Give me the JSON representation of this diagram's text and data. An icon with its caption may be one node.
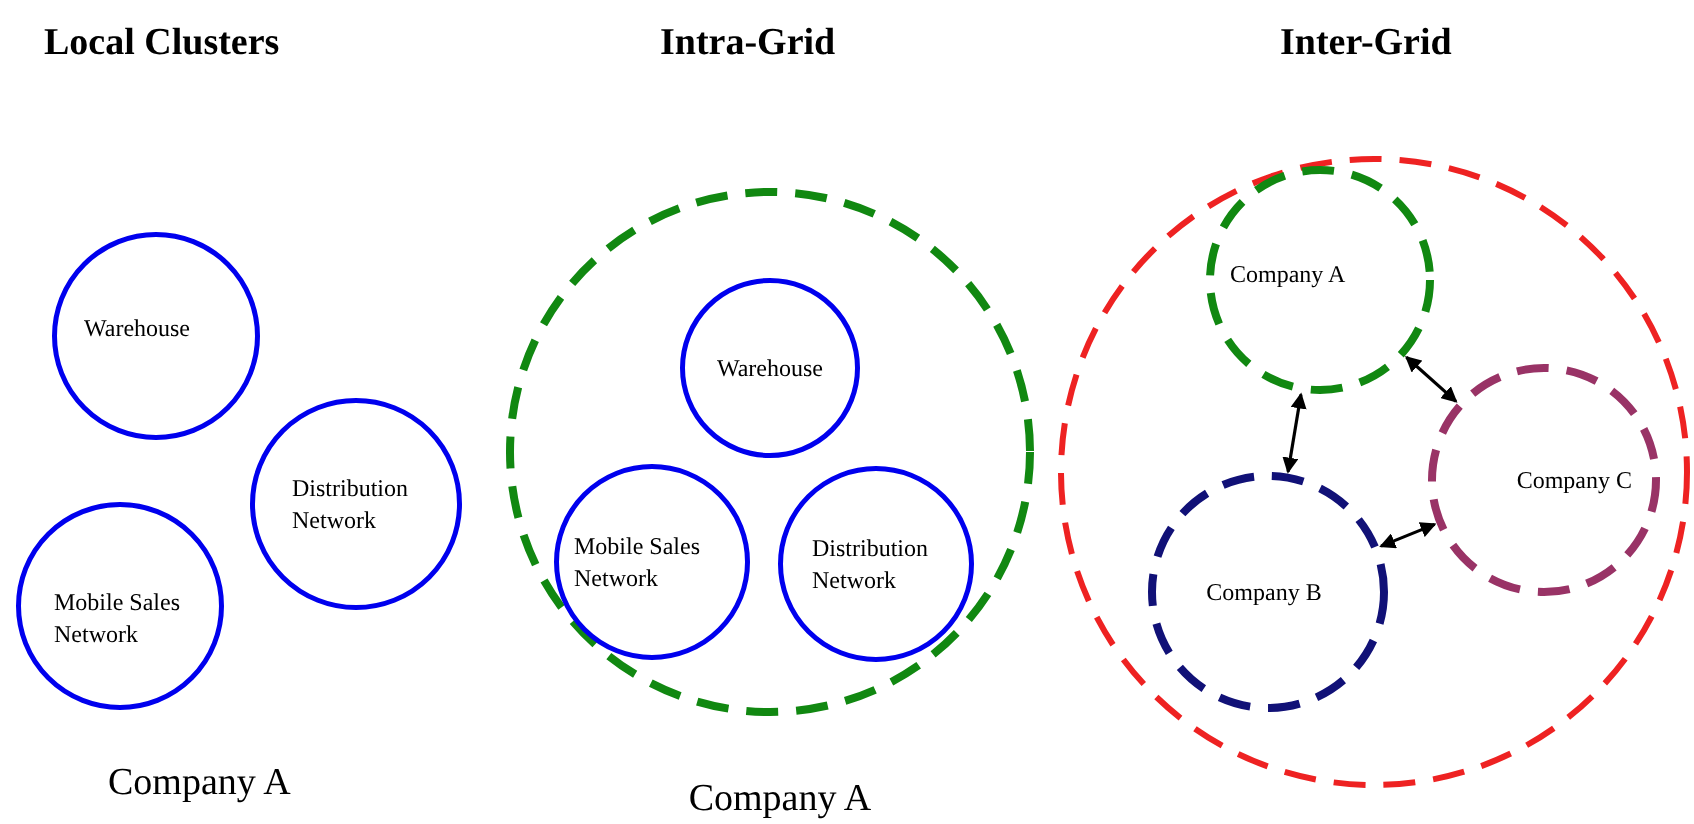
{
  "diagram": {
    "nodes": [
      {
        "text": [
          "Warehouse"
        ]
      },
      {
        "text": [
          "Distribution Network"
        ]
      },
      {
        "text": [
          "Mobile Sales Network"
        ]
      },
      {
        "text": [],
        "shape": "circle",
        "beside": [
          "Company A"
        ]
      },
      {
        "text": [
          "Warehouse"
        ],
        "in": 3
      },
      {
        "text": [
          "Mobile Sales Network"
        ],
        "in": 3
      },
      {
        "text": [
          "Distribution Network"
        ],
        "in": 3
      },
      {
        "text": [],
        "shape": "circle"
      },
      {
        "text": [
          "Company A"
        ],
        "in": 7
      },
      {
        "text": [
          "Company C"
        ],
        "in": 7
      },
      {
        "text": [
          "Company B"
        ],
        "in": 7
      }
    ],
    "edges": [
      {
        "from": 8,
        "to": 9,
        "arrow": "both"
      },
      {
        "from": 8,
        "to": 10,
        "arrow": "both"
      },
      {
        "from": 10,
        "to": 9,
        "arrow": "both"
      }
    ],
    "labels": [
      "Local Clusters",
      "Intra-Grid",
      "Inter-Grid",
      "Company A"
    ]
  }
}
